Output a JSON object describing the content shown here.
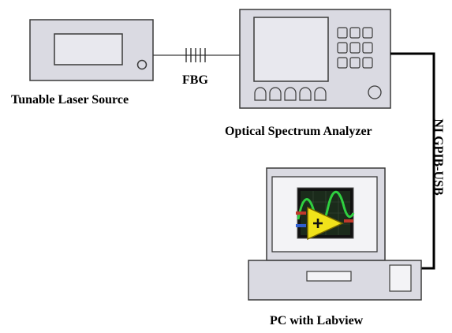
{
  "labels": {
    "laser": "Tunable Laser Source",
    "fbg": "FBG",
    "osa": "Optical Spectrum Analyzer",
    "gpib": "NI GPIB-USB",
    "pc": "PC with Labview"
  },
  "colors": {
    "device_fill": "#dadae2",
    "device_stroke": "#3a3a3a",
    "screen_fill": "#e8e8ee",
    "cable": "#000000"
  },
  "icons": {
    "labview": "labview-logo-icon"
  }
}
